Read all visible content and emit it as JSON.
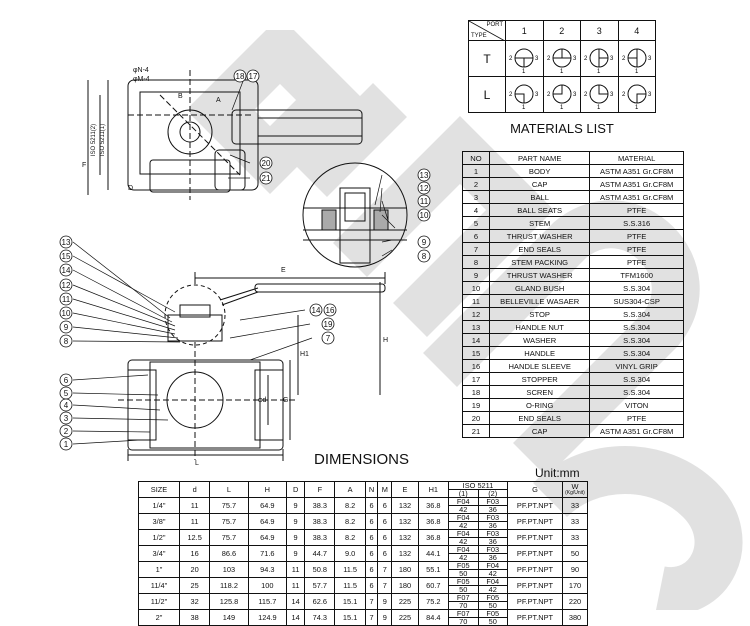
{
  "port_table": {
    "corner_port": "PORT",
    "corner_type": "TYPE",
    "ports": [
      "1",
      "2",
      "3",
      "4"
    ],
    "types": [
      "T",
      "L"
    ],
    "diagram_numbers": [
      "1",
      "2",
      "3"
    ]
  },
  "materials": {
    "title": "MATERIALS LIST",
    "headers": [
      "NO",
      "PART NAME",
      "MATERIAL"
    ],
    "rows": [
      [
        "1",
        "BODY",
        "ASTM A351 Gr.CF8M"
      ],
      [
        "2",
        "CAP",
        "ASTM A351 Gr.CF8M"
      ],
      [
        "3",
        "BALL",
        "ASTM A351 Gr.CF8M"
      ],
      [
        "4",
        "BALL SEATS",
        "PTFE"
      ],
      [
        "5",
        "STEM",
        "S.S.316"
      ],
      [
        "6",
        "THRUST WASHER",
        "PTFE"
      ],
      [
        "7",
        "END SEALS",
        "PTFE"
      ],
      [
        "8",
        "STEM PACKING",
        "PTFE"
      ],
      [
        "9",
        "THRUST WASHER",
        "TFM1600"
      ],
      [
        "10",
        "GLAND BUSH",
        "S.S.304"
      ],
      [
        "11",
        "BELLEVILLE WASAER",
        "SUS304-CSP"
      ],
      [
        "12",
        "STOP",
        "S.S.304"
      ],
      [
        "13",
        "HANDLE NUT",
        "S.S.304"
      ],
      [
        "14",
        "WASHER",
        "S.S.304"
      ],
      [
        "15",
        "HANDLE",
        "S.S.304"
      ],
      [
        "16",
        "HANDLE SLEEVE",
        "VINYL GRIP"
      ],
      [
        "17",
        "STOPPER",
        "S.S.304"
      ],
      [
        "18",
        "SCREN",
        "S.S.304"
      ],
      [
        "19",
        "O-RING",
        "VITON"
      ],
      [
        "20",
        "END SEALS",
        "PTFE"
      ],
      [
        "21",
        "CAP",
        "ASTM A351 Gr.CF8M"
      ]
    ]
  },
  "dimensions": {
    "title": "DIMENSIONS",
    "unit": "Unit:mm",
    "headers": [
      "SIZE",
      "d",
      "L",
      "H",
      "D",
      "F",
      "A",
      "N",
      "M",
      "E",
      "H1",
      "ISO 5211",
      "G",
      "W"
    ],
    "iso_sub": [
      "(1)",
      "(2)"
    ],
    "w_sub": "(Kg/Unit)",
    "rows": [
      [
        "1/4\"",
        "11",
        "75.7",
        "64.9",
        "9",
        "38.3",
        "8.2",
        "6",
        "6",
        "132",
        "36.8",
        "F04",
        "F03",
        "42",
        "36",
        "PF.PT.NPT",
        "33"
      ],
      [
        "3/8\"",
        "11",
        "75.7",
        "64.9",
        "9",
        "38.3",
        "8.2",
        "6",
        "6",
        "132",
        "36.8",
        "F04",
        "F03",
        "42",
        "36",
        "PF.PT.NPT",
        "33"
      ],
      [
        "1/2\"",
        "12.5",
        "75.7",
        "64.9",
        "9",
        "38.3",
        "8.2",
        "6",
        "6",
        "132",
        "36.8",
        "F04",
        "F03",
        "42",
        "36",
        "PF.PT.NPT",
        "33"
      ],
      [
        "3/4\"",
        "16",
        "86.6",
        "71.6",
        "9",
        "44.7",
        "9.0",
        "6",
        "6",
        "132",
        "44.1",
        "F04",
        "F03",
        "42",
        "36",
        "PF.PT.NPT",
        "50"
      ],
      [
        "1\"",
        "20",
        "103",
        "94.3",
        "11",
        "50.8",
        "11.5",
        "6",
        "7",
        "180",
        "55.1",
        "F05",
        "F04",
        "50",
        "42",
        "PF.PT.NPT",
        "90"
      ],
      [
        "11/4\"",
        "25",
        "118.2",
        "100",
        "11",
        "57.7",
        "11.5",
        "6",
        "7",
        "180",
        "60.7",
        "F05",
        "F04",
        "50",
        "42",
        "PF.PT.NPT",
        "170"
      ],
      [
        "11/2\"",
        "32",
        "125.8",
        "115.7",
        "14",
        "62.6",
        "15.1",
        "7",
        "9",
        "225",
        "75.2",
        "F07",
        "F05",
        "70",
        "50",
        "PF.PT.NPT",
        "220"
      ],
      [
        "2\"",
        "38",
        "149",
        "124.9",
        "14",
        "74.3",
        "15.1",
        "7",
        "9",
        "225",
        "84.4",
        "F07",
        "F05",
        "70",
        "50",
        "PF.PT.NPT",
        "380"
      ]
    ]
  },
  "drawing": {
    "top_labels": [
      "φN-4",
      "φM-4",
      "B",
      "18",
      "17",
      "20",
      "21",
      "A",
      "F",
      "D",
      "E"
    ],
    "iso_text_1": "ISO 5211(1)",
    "iso_text_2": "ISO 5211(2)",
    "detail_labels": [
      "13",
      "12",
      "11",
      "10",
      "9",
      "8"
    ],
    "left_labels": [
      "13",
      "15",
      "14",
      "12",
      "11",
      "10",
      "9",
      "8",
      "6",
      "5",
      "4",
      "3",
      "2",
      "1"
    ],
    "right_labels": [
      "14",
      "16",
      "19",
      "7"
    ],
    "dim_letters": [
      "E",
      "H",
      "H1",
      "L",
      "φd",
      "G"
    ]
  }
}
